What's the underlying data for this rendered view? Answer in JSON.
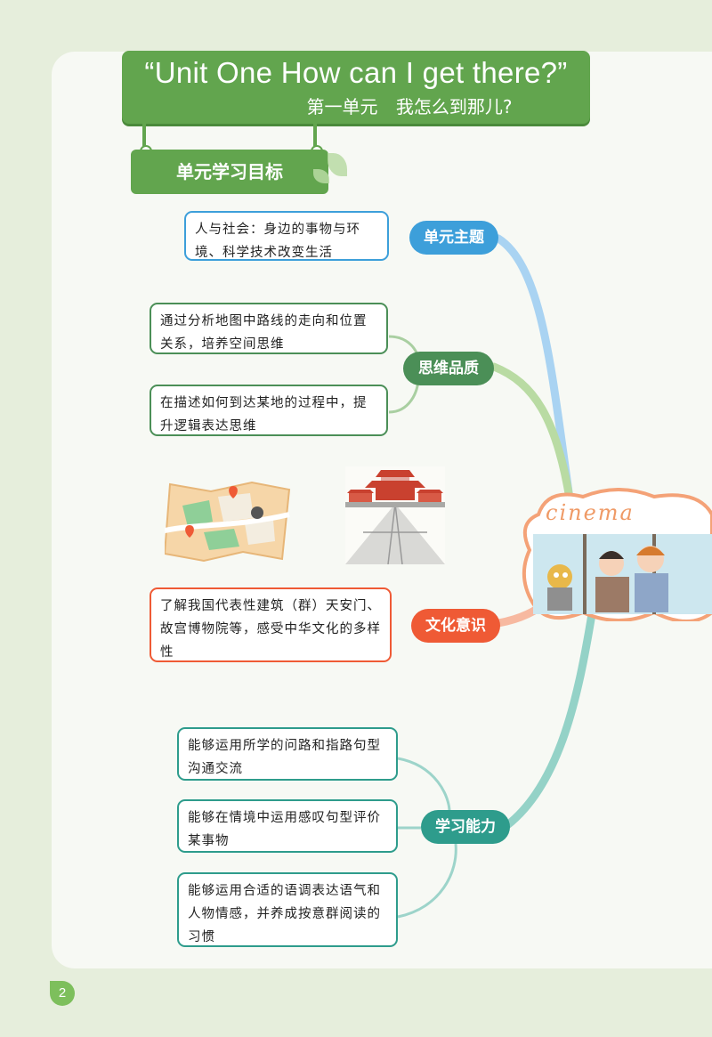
{
  "header": {
    "title_en": "“Unit One   How can I get there?”",
    "title_cn": "第一单元 我怎么到那儿?",
    "section_label": "单元学习目标"
  },
  "branches": [
    {
      "label": "单元主题",
      "items": [
        "人与社会：身边的事物与环境、科学技术改变生活"
      ]
    },
    {
      "label": "思维品质",
      "items": [
        "通过分析地图中路线的走向和位置关系，培养空间思维",
        "在描述如何到达某地的过程中，提升逻辑表达思维"
      ]
    },
    {
      "label": "文化意识",
      "items": [
        "了解我国代表性建筑（群）天安门、故宫博物院等，感受中华文化的多样性"
      ]
    },
    {
      "label": "学习能力",
      "items": [
        "能够运用所学的问路和指路句型沟通交流",
        "能够在情境中运用感叹句型评价某事物",
        "能够运用合适的语调表达语气和人物情感，并养成按意群阅读的习惯"
      ]
    }
  ],
  "illustration": {
    "sign_text": "cinema"
  },
  "page_number": "2",
  "colors": {
    "green": "#62a54e",
    "blue": "#3d9fda",
    "dark_green": "#4b8f57",
    "orange": "#ef5a35",
    "teal": "#2e9c8c"
  }
}
